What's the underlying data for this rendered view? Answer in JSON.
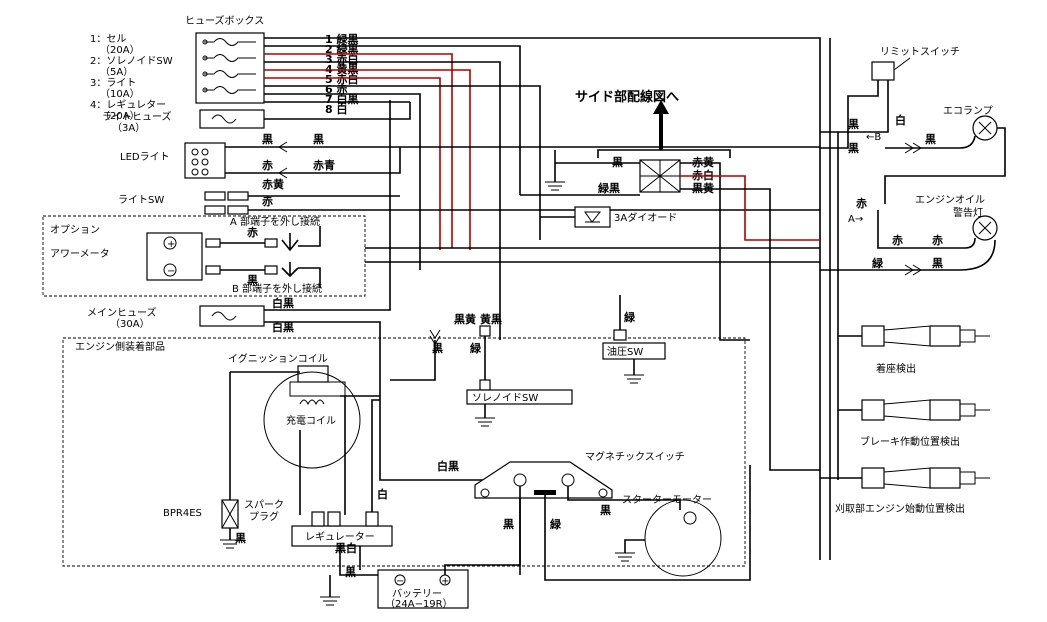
{
  "fuse_box": {
    "title": "ヒューズボックス",
    "legend": [
      "1：セル",
      "（20A）",
      "2：ソレノイドSW",
      "（5A）",
      "3：ライト",
      "（10A）",
      "4：レギュレター",
      "（20A）"
    ],
    "wires": [
      "1 緑黒",
      "2 緑黒",
      "3 赤白",
      "4 黄黒",
      "5 赤白",
      "6 赤",
      "7 白黒",
      "8 白"
    ]
  },
  "light_fuse": {
    "name": "ライトヒューズ",
    "rating": "（3A）"
  },
  "led_light": {
    "name": "LEDライト"
  },
  "light_sw": {
    "name": "ライトSW"
  },
  "option": {
    "title": "オプション",
    "hour_meter": "アワーメータ",
    "note_a": "A 部端子を外し接続",
    "note_b": "B 部端子を外し接続"
  },
  "main_fuse": {
    "name": "メインヒューズ",
    "rating": "（30A）"
  },
  "engine_parts": {
    "title": "エンジン側装着部品"
  },
  "ignition_coil": {
    "name": "イグニッションコイル"
  },
  "charge_coil": {
    "name": "充電コイル"
  },
  "spark_plug": {
    "code": "BPR4ES",
    "name_1": "スパーク",
    "name_2": "プラグ"
  },
  "regulator": {
    "name": "レギュレーター"
  },
  "battery": {
    "name": "バッテリー",
    "spec": "（24A−19R）"
  },
  "solenoid_sw": {
    "name": "ソレノイドSW"
  },
  "oil_sw": {
    "name": "油圧SW"
  },
  "magnetic_sw": {
    "name": "マグネチックスイッチ"
  },
  "starter_motor": {
    "name": "スターターモーター"
  },
  "diode": {
    "name": "3Aダイオード"
  },
  "side_wiring": {
    "label": "サイド部配線図へ"
  },
  "limit_switch": {
    "name": "リミットスイッチ"
  },
  "eco_lamp": {
    "name": "エコランプ"
  },
  "oil_warning": {
    "name_1": "エンジンオイル",
    "name_2": "警告灯"
  },
  "sensors": [
    "着座検出",
    "ブレーキ作動位置検出",
    "刈取部エンジン始動位置検出"
  ],
  "markers": {
    "a": "A",
    "b": "B",
    "a_arrow": "A→",
    "b_arrow": "←B",
    "plus": "+",
    "minus": "−"
  },
  "colors": {
    "black": "黒",
    "red": "赤",
    "red_blue": "赤青",
    "red_yellow": "赤黄",
    "white": "白",
    "green": "緑",
    "black_yellow": "黒黄",
    "yellow_black": "黄黒",
    "white_black": "白黒",
    "red_white": "赤白",
    "black_white": "黒白",
    "green_black": "緑黒"
  },
  "palette": {
    "wire": "#000000",
    "accent": "#b00000",
    "background": "#ffffff"
  }
}
